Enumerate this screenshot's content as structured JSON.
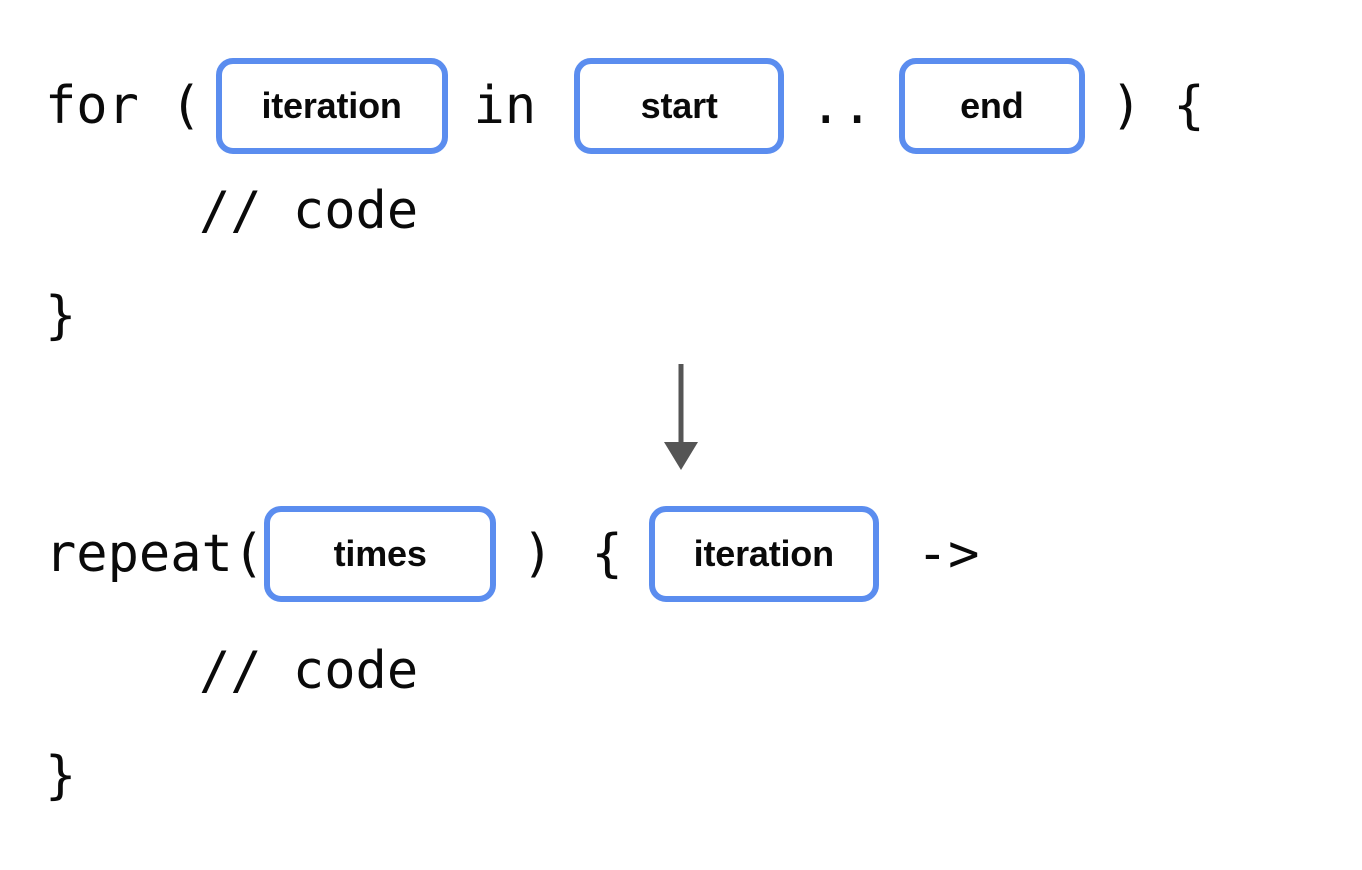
{
  "figure": {
    "type": "code-transformation-diagram",
    "accent_color": "#5b8def",
    "text_color": "#0a0a0a",
    "arrow_color": "#555555",
    "background": "#ffffff"
  },
  "block_before": {
    "line1": {
      "keyword": "for",
      "open_paren": " (",
      "slot_variable": "iteration",
      "in_keyword": "in",
      "slot_start": "start",
      "range_operator": "..",
      "slot_end": "end",
      "close": ") {"
    },
    "line2": {
      "comment": "// code"
    },
    "line3": {
      "close_brace": "}"
    }
  },
  "arrow": {
    "name": "downward-arrow",
    "direction": "down"
  },
  "block_after": {
    "line1": {
      "function": "repeat(",
      "slot_times": "times",
      "close_paren": ")",
      "open_brace": "{",
      "slot_variable": "iteration",
      "lambda_arrow": "->"
    },
    "line2": {
      "comment": "// code"
    },
    "line3": {
      "close_brace": "}"
    }
  }
}
